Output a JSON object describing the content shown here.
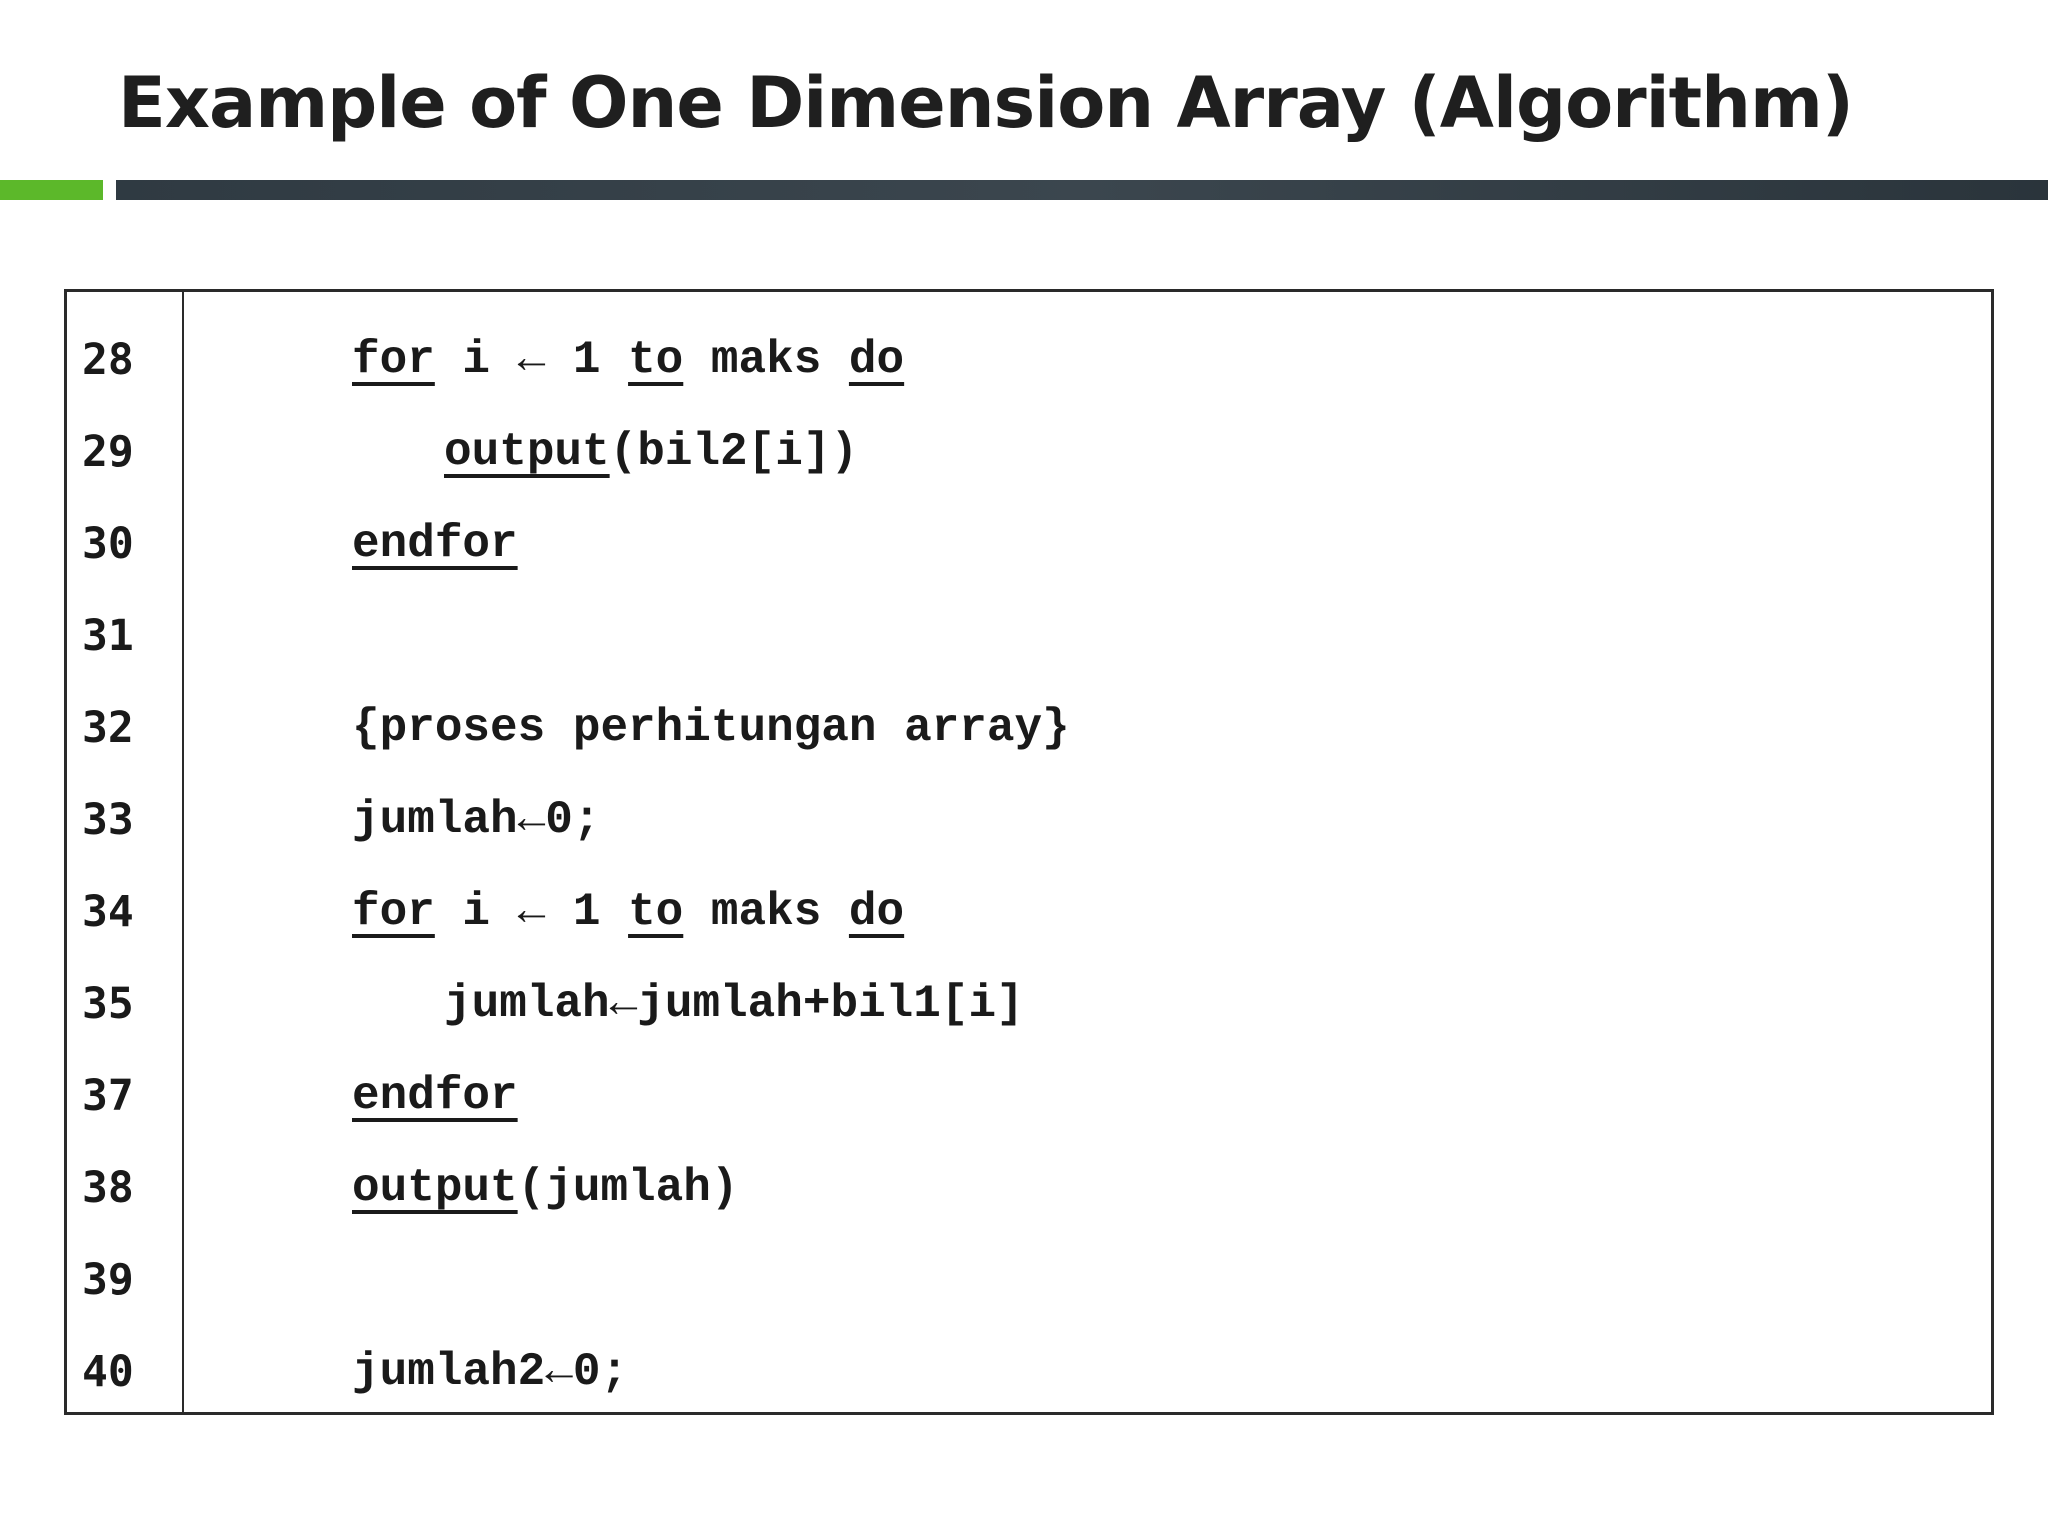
{
  "slide": {
    "title": "Example of One Dimension Array (Algorithm)"
  },
  "code": {
    "lines": [
      {
        "num": "28",
        "indent": 1,
        "tokens": [
          {
            "t": "for",
            "kw": true
          },
          {
            "t": " i ← 1 ",
            "kw": false
          },
          {
            "t": "to",
            "kw": true
          },
          {
            "t": " maks ",
            "kw": false
          },
          {
            "t": "do",
            "kw": true
          }
        ]
      },
      {
        "num": "29",
        "indent": 2,
        "tokens": [
          {
            "t": "output",
            "kw": true
          },
          {
            "t": "(bil2[i])",
            "kw": false
          }
        ]
      },
      {
        "num": "30",
        "indent": 1,
        "tokens": [
          {
            "t": "endfor",
            "kw": true
          }
        ]
      },
      {
        "num": "31",
        "indent": 1,
        "tokens": []
      },
      {
        "num": "32",
        "indent": 1,
        "tokens": [
          {
            "t": "{proses perhitungan array}",
            "kw": false
          }
        ]
      },
      {
        "num": "33",
        "indent": 1,
        "tokens": [
          {
            "t": "jumlah←0;",
            "kw": false
          }
        ]
      },
      {
        "num": "34",
        "indent": 1,
        "tokens": [
          {
            "t": "for",
            "kw": true
          },
          {
            "t": " i ← 1 ",
            "kw": false
          },
          {
            "t": "to",
            "kw": true
          },
          {
            "t": " maks ",
            "kw": false
          },
          {
            "t": "do",
            "kw": true
          }
        ]
      },
      {
        "num": "35",
        "indent": 2,
        "tokens": [
          {
            "t": "jumlah←jumlah+bil1[i]",
            "kw": false
          }
        ]
      },
      {
        "num": "37",
        "indent": 1,
        "tokens": [
          {
            "t": "endfor",
            "kw": true
          }
        ]
      },
      {
        "num": "38",
        "indent": 1,
        "tokens": [
          {
            "t": "output",
            "kw": true
          },
          {
            "t": "(jumlah)",
            "kw": false
          }
        ]
      },
      {
        "num": "39",
        "indent": 1,
        "tokens": []
      },
      {
        "num": "40",
        "indent": 1,
        "tokens": [
          {
            "t": "jumlah2←0;",
            "kw": false
          }
        ]
      }
    ]
  }
}
